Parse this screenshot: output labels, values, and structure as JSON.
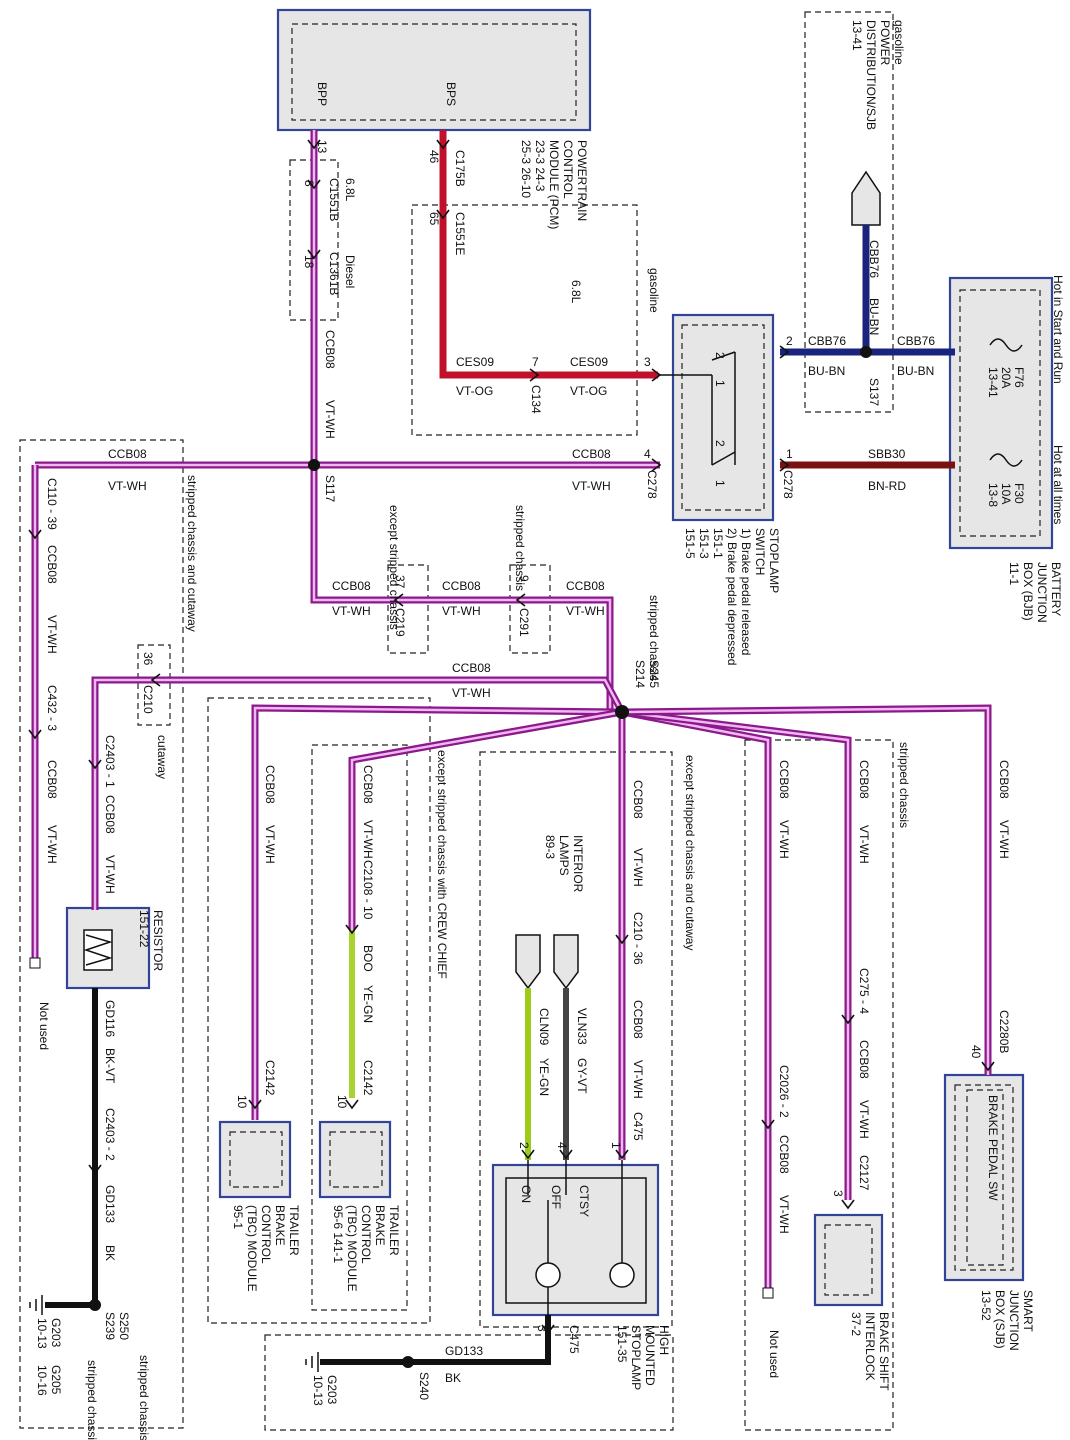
{
  "pcm": {
    "pins": [
      "BPP",
      "BPS"
    ],
    "title": [
      "POWERTRAIN",
      "CONTROL",
      "MODULE (PCM)",
      "23-3 24-3",
      "25-3 26-10"
    ]
  },
  "pdb": {
    "title": [
      "gasoline",
      "POWER",
      "DISTRIBUTION/SJB",
      "13-41"
    ]
  },
  "bjb": {
    "hot_run": "Hot in Start and Run",
    "hot_all": "Hot at all times",
    "fuses": [
      {
        "name": "F76",
        "amps": "20A",
        "ref": "13-41"
      },
      {
        "name": "F30",
        "amps": "10A",
        "ref": "13-8"
      }
    ],
    "title": [
      "BATTERY",
      "JUNCTION",
      "BOX (BJB)",
      "11-1"
    ]
  },
  "stoplamp_switch": {
    "title": [
      "STOPLAMP",
      "SWITCH"
    ],
    "notes": [
      "1) Brake pedal released",
      "2) Brake pedal depressed",
      "151-1",
      "151-3",
      "151-5"
    ]
  },
  "wires": {
    "ccb08": "CCB08",
    "vt_wh": "VT-WH",
    "cbb76": "CBB76",
    "bu_bn": "BU-BN",
    "ces09": "CES09",
    "vt_og": "VT-OG",
    "sbb30": "SBB30",
    "bn_rd": "BN-RD",
    "gd116": "GD116",
    "bk_vt": "BK-VT",
    "gd133": "GD133",
    "bk": "BK",
    "cln09": "CLN09",
    "ye_gn": "YE-GN",
    "vln33": "VLN33",
    "gy_vt": "GY-VT",
    "boo": "BOO"
  },
  "connectors": {
    "c175b": "C175B",
    "c1551b": "C1551B",
    "c1361b": "C1361B",
    "c1551e": "C1551E",
    "c134": "C134",
    "c278": "C278",
    "c219": "C219",
    "c291": "C291",
    "c210": "C210",
    "c110_39": "C110 - 39",
    "c432_3": "C432 - 3",
    "c2403_1": "C2403 - 1",
    "c2403_2": "C2403 - 2",
    "c2108_10": "C2108 - 10",
    "c2142": "C2142",
    "c210_36": "C210 - 36",
    "c475": "C475",
    "c2026_2": "C2026 - 2",
    "c275_4": "C275 - 4",
    "c2127": "C2127",
    "c2280b": "C2280B"
  },
  "pins": {
    "p13": "13",
    "p8": "8",
    "p18": "18",
    "p46": "46",
    "p65": "65",
    "p7": "7",
    "p3": "3",
    "p4": "4",
    "p2": "2",
    "p1": "1",
    "p37": "37",
    "p9": "9",
    "p36": "36",
    "p10": "10",
    "p40": "40"
  },
  "splices": {
    "s117": "S117",
    "s137": "S137",
    "s214": "S214",
    "s245": "S245",
    "s239": "S239",
    "s250": "S250",
    "s240": "S240"
  },
  "grounds": {
    "g203": "G203",
    "g203_ref": "10-13",
    "g205": "G205",
    "g205_ref": "10-16",
    "g203b": "G203",
    "g203b_ref": "10-13"
  },
  "notes": {
    "l68": "6.8L",
    "diesel": "Diesel",
    "gasoline": "gasoline",
    "stripped_chassis": "stripped chassis",
    "except_stripped": "except stripped chassis",
    "stripped_cutaway": "stripped chassis and cutaway",
    "cutaway": "cutaway",
    "except_crew": "except stripped chassis with CREW CHIEF",
    "except_stripped_cutaway": "except stripped chassis and cutaway",
    "not_used": "Not used"
  },
  "modules": {
    "resistor": [
      "RESISTOR",
      "151-22"
    ],
    "tbc1": [
      "TRAILER",
      "BRAKE",
      "CONTROL",
      "(TBC) MODULE",
      "95-1"
    ],
    "tbc2": [
      "TRAILER",
      "BRAKE",
      "CONTROL",
      "(TBC) MODULE",
      "95-6  141-1"
    ],
    "interior": [
      "INTERIOR",
      "LAMPS",
      "89-3"
    ],
    "chmsl": [
      "HIGH",
      "MOUNTED",
      "STOPLAMP",
      "151-35"
    ],
    "chmsl_sw": [
      "CTSY",
      "OFF",
      "ON"
    ],
    "bsi": [
      "BRAKE SHIFT",
      "INTERLOCK",
      "37-2"
    ],
    "sjb": [
      "SMART",
      "JUNCTION",
      "BOX (SJB)",
      "13-52"
    ],
    "sjb_inner": "BRAKE PEDAL SW"
  },
  "colors": {
    "vt_wh": "#8a1a8a",
    "bu_bn": "#1a237e",
    "vt_og": "#c0102a",
    "bn_rd": "#7a1212",
    "ye_gn": "#9ccc1a",
    "module_border": "#32439a"
  }
}
